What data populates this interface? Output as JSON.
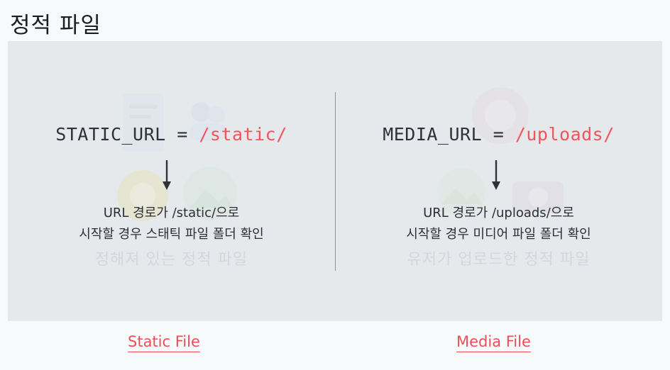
{
  "page": {
    "title": "정적 파일"
  },
  "static": {
    "code_key": "STATIC_URL = ",
    "code_value": "/static/",
    "desc_line1": "URL 경로가 /static/으로",
    "desc_line2": "시작할 경우 스태틱 파일 폴더 확인",
    "faded_caption": "정해져 있는 정적 파일",
    "footer_label": "Static File"
  },
  "media": {
    "code_key": "MEDIA_URL = ",
    "code_value": "/uploads/",
    "desc_line1": "URL 경로가 /uploads/으로",
    "desc_line2": "시작할 경우 미디어 파일 폴더 확인",
    "faded_caption": "유저가 업로드한 정적 파일",
    "footer_label": "Media File"
  },
  "icons": {
    "arrow": "arrow-down-icon",
    "document": "document-icon",
    "people": "people-icon",
    "image": "image-icon",
    "camera": "camera-icon",
    "media": "media-file-icon"
  },
  "colors": {
    "accent": "#f2545b",
    "footer": "#ee4f57",
    "panel": "#e6e9ec"
  }
}
